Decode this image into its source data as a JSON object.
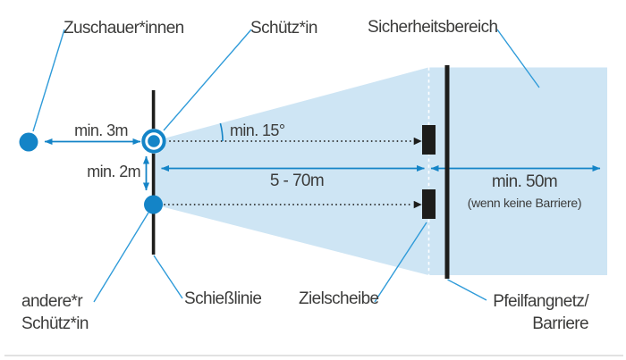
{
  "diagram": {
    "labels": {
      "spectators": "Zuschauer*innen",
      "archer": "Schütz*in",
      "safety_area": "Sicherheitsbereich",
      "other_archer_line1": "andere*r",
      "other_archer_line2": "Schütz*in",
      "shooting_line": "Schießlinie",
      "target": "Zielscheibe",
      "barrier_line1": "Pfeilfangnetz/",
      "barrier_line2": "Barriere"
    },
    "measurements": {
      "min_3m": "min. 3m",
      "min_2m": "min. 2m",
      "min_angle": "min. 15°",
      "shooting_distance": "5 - 70m",
      "behind_target": "min. 50m",
      "behind_target_note": "(wenn keine Barriere)"
    },
    "colors": {
      "accent_blue": "#1484c7",
      "leader_blue": "#2f9bd9",
      "safety_area_fill": "#cee5f4",
      "ink_black": "#1d1d1b",
      "text_gray": "#3c3c3b",
      "hairline_gray": "#d8d8d8"
    }
  }
}
